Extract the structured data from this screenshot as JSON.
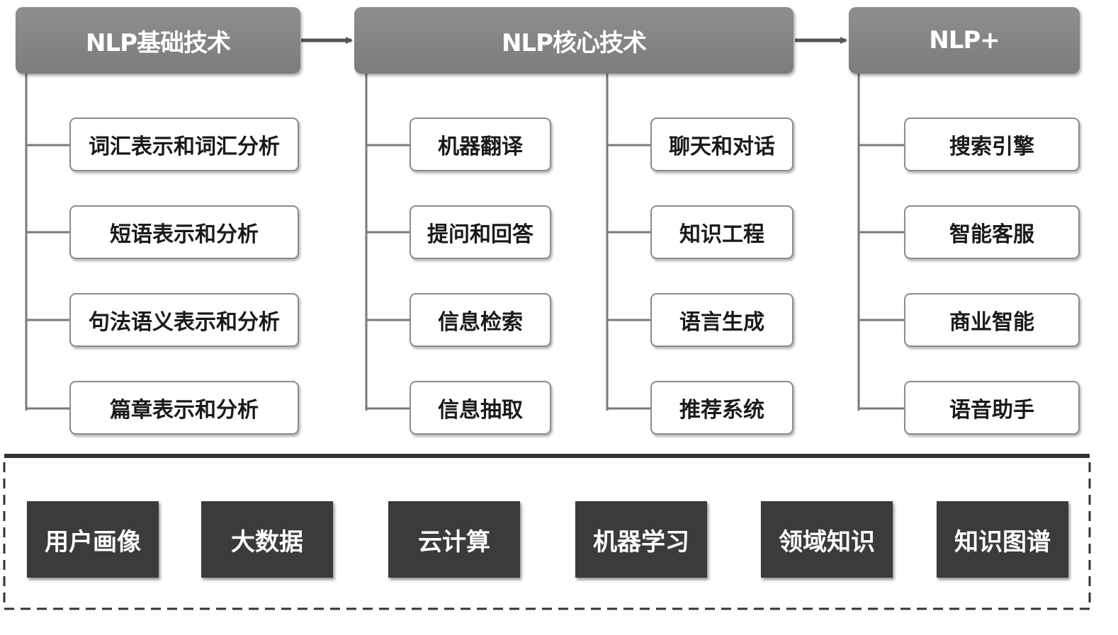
{
  "colors": {
    "header": "#868686",
    "line": "#7a7a7a",
    "base_box": "#3b3b3b",
    "base_border": "#333333"
  },
  "headers": {
    "foundation": "NLP基础技术",
    "core": "NLP核心技术",
    "plus": "NLP+"
  },
  "foundation_items": [
    "词汇表示和词汇分析",
    "短语表示和分析",
    "句法语义表示和分析",
    "篇章表示和分析"
  ],
  "core_left_items": [
    "机器翻译",
    "提问和回答",
    "信息检索",
    "信息抽取"
  ],
  "core_right_items": [
    "聊天和对话",
    "知识工程",
    "语言生成",
    "推荐系统"
  ],
  "plus_items": [
    "搜索引擎",
    "智能客服",
    "商业智能",
    "语音助手"
  ],
  "base_items": [
    "用户画像",
    "大数据",
    "云计算",
    "机器学习",
    "领域知识",
    "知识图谱"
  ]
}
